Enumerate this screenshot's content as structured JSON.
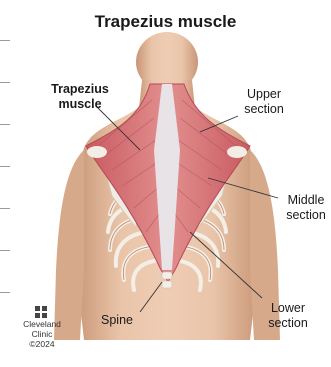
{
  "title": "Trapezius muscle",
  "labels": {
    "trapezius": [
      "Trapezius",
      "muscle"
    ],
    "upper": [
      "Upper",
      "section"
    ],
    "middle": [
      "Middle",
      "section"
    ],
    "lower": [
      "Lower",
      "section"
    ],
    "spine": "Spine"
  },
  "logo": {
    "name_line1": "Cleveland",
    "name_line2": "Clinic",
    "copyright": "©2024"
  },
  "colors": {
    "skin": "#e7c2a6",
    "skin_shadow": "#c99576",
    "muscle": "#d9777a",
    "muscle_dark": "#b84a55",
    "bone": "#f2efe8",
    "tendon": "#e6e9ef"
  }
}
